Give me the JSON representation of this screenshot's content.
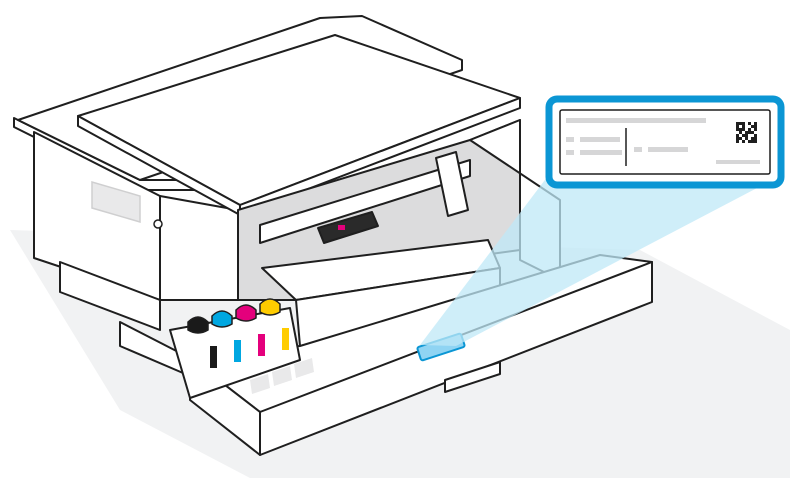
{
  "colors": {
    "outline": "#1f1f1f",
    "body_fill": "#ffffff",
    "shadow": "#f1f2f3",
    "panel_gray": "#e9e9ea",
    "inner_gray": "#d9d9da",
    "label_border": "#0b96d4",
    "highlight_beam": "#bfe8f7",
    "label_area_blue": "#8fd4f3",
    "ink_black": "#1a1a1a",
    "ink_cyan": "#00a7e1",
    "ink_magenta": "#e4007c",
    "ink_yellow": "#ffcc00"
  },
  "ink_tanks": [
    {
      "name": "black",
      "color": "#1a1a1a"
    },
    {
      "name": "cyan",
      "color": "#00a7e1"
    },
    {
      "name": "magenta",
      "color": "#e4007c"
    },
    {
      "name": "yellow",
      "color": "#ffcc00"
    }
  ],
  "label_callout": {
    "icon": "qr-code-icon",
    "description_lines": 5
  }
}
